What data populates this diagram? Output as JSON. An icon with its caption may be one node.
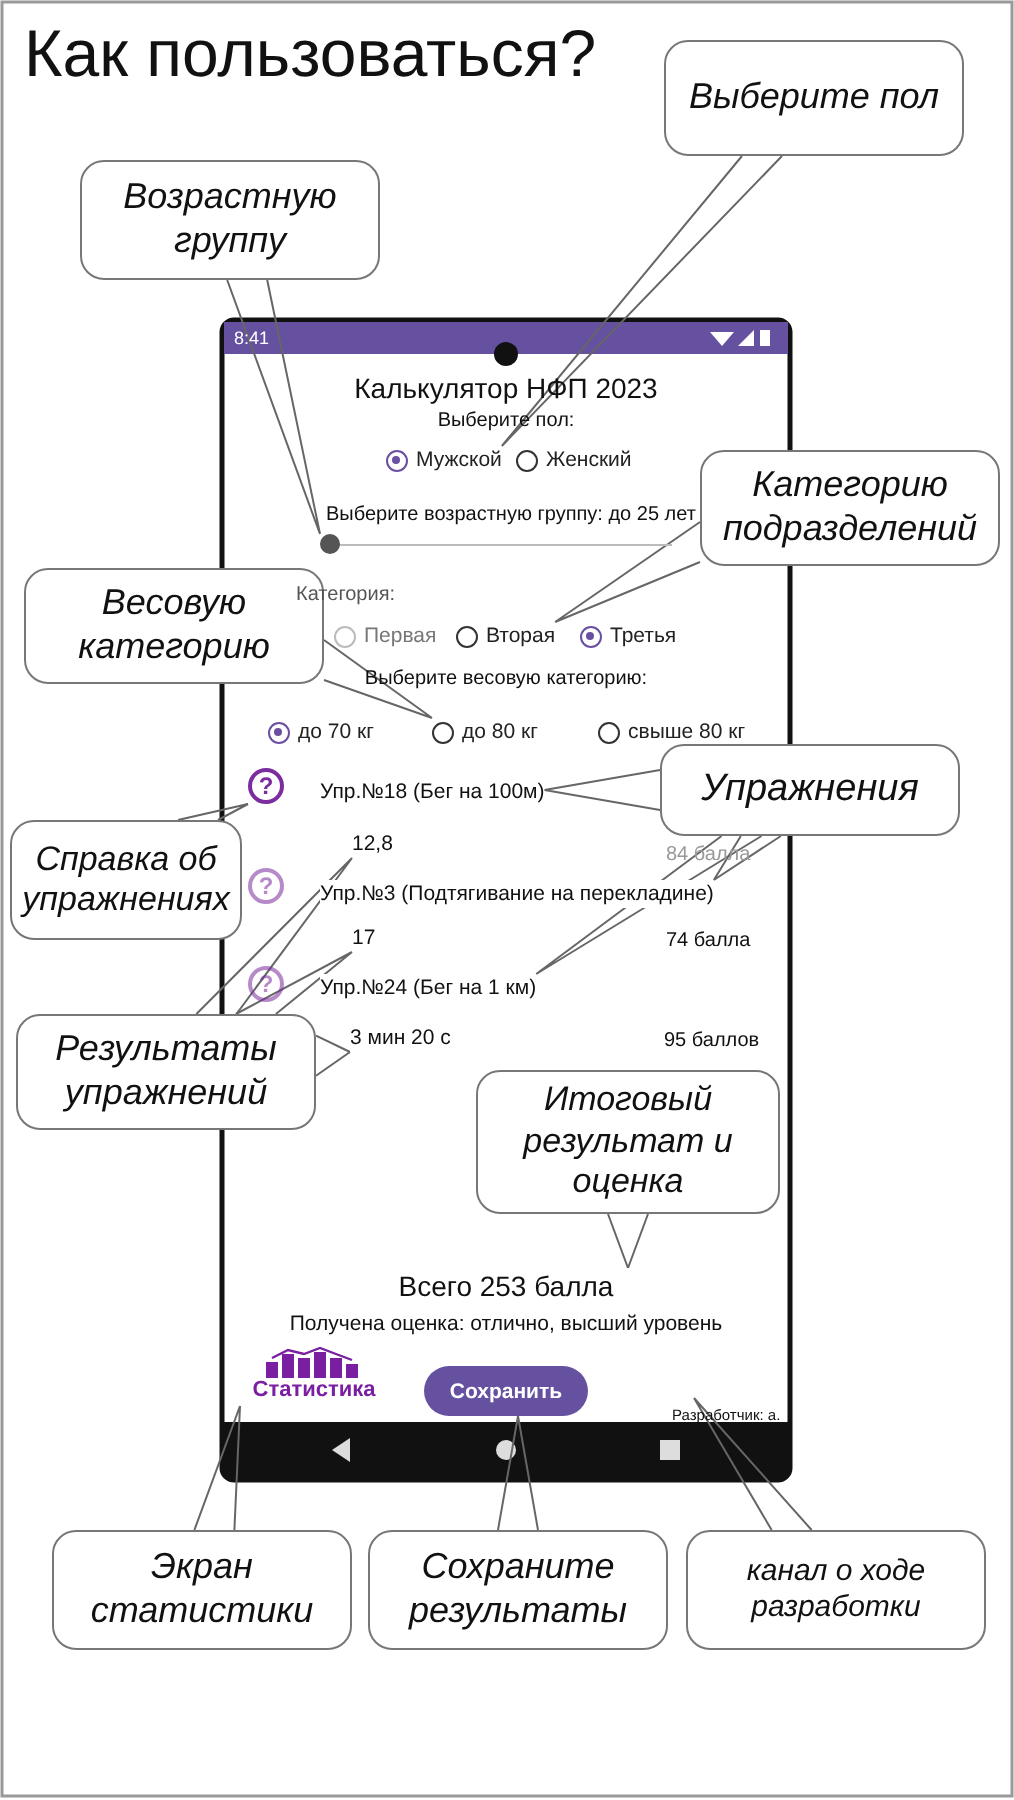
{
  "diagram": {
    "title": "Как пользоваться?",
    "nodes": [
      {
        "text": [
          "Выберите пол"
        ]
      },
      {
        "text": [
          "Возрастную группу"
        ]
      },
      {
        "text": [
          "Мужской"
        ]
      },
      {
        "text": [
          "Женский"
        ]
      },
      {
        "text": [],
        "shape": "circle"
      },
      {
        "text": [
          "Категорию подразделений"
        ]
      },
      {
        "text": [
          "Весовую категорию"
        ]
      },
      {
        "text": [
          "Первая"
        ]
      },
      {
        "text": [
          "Вторая"
        ]
      },
      {
        "text": [
          "Третья"
        ]
      },
      {
        "text": [
          "до 70 кг"
        ]
      },
      {
        "text": [
          "до 80 кг"
        ]
      },
      {
        "text": [
          "свыше 80 кг"
        ]
      },
      {
        "text": [
          "?"
        ]
      },
      {
        "text": [
          "Упр.№18 (Бег на 100м)"
        ]
      },
      {
        "text": [
          "Упражнения"
        ]
      },
      {
        "text": [
          "Справка об упражнениях"
        ]
      },
      {
        "text": [
          "12,8"
        ]
      },
      {
        "text": [
          "?"
        ]
      },
      {
        "text": [
          "Упр.№3 (Подтягивание на перекладине)"
        ]
      },
      {
        "text": [
          "17"
        ]
      },
      {
        "text": [
          "?"
        ]
      },
      {
        "text": [
          "Упр.№24 (Бег на 1 км)"
        ]
      },
      {
        "text": [
          "Результаты упражнений"
        ]
      },
      {
        "text": [
          "3 мин 20 с"
        ]
      },
      {
        "text": [
          "Итоговый результат и оценка"
        ]
      },
      {
        "text": [
          "Всего 253 балла"
        ]
      },
      {
        "text": [
          "Статистика"
        ]
      },
      {
        "text": [
          "Сохранить"
        ]
      },
      {
        "text": [
          "Экран статистики"
        ]
      },
      {
        "text": [
          "Сохраните результаты"
        ]
      },
      {
        "text": [
          "канал о ходе разработки"
        ]
      }
    ],
    "edges": [
      {
        "from": 0,
        "to": 2,
        "arrow": "none"
      },
      {
        "from": 1,
        "to": 4,
        "arrow": "none"
      },
      {
        "from": 5,
        "to": 8,
        "arrow": "none"
      },
      {
        "from": 6,
        "to": 11,
        "arrow": "none"
      },
      {
        "from": 16,
        "to": 13,
        "arrow": "none"
      },
      {
        "from": 15,
        "to": 14,
        "arrow": "none"
      },
      {
        "from": 15,
        "to": 19,
        "arrow": "none"
      },
      {
        "from": 15,
        "to": 22,
        "arrow": "none"
      },
      {
        "from": 23,
        "to": 17,
        "arrow": "none"
      },
      {
        "from": 23,
        "to": 20,
        "arrow": "none"
      },
      {
        "from": 23,
        "to": 24,
        "arrow": "none"
      },
      {
        "from": 25,
        "to": 26,
        "arrow": "none"
      },
      {
        "from": 29,
        "to": 27,
        "arrow": "none"
      },
      {
        "from": 30,
        "to": 28,
        "arrow": "none"
      },
      {
        "from": 31,
        "to": null,
        "arrow": "none"
      }
    ],
    "labels": [
      "8:41",
      "Калькулятор НФП 2023",
      "Выберите пол:",
      "Выберите возрастную группу: до 25 лет",
      "Категория:",
      "Выберите весовую категорию:",
      "84 балла",
      "74 балла",
      "95 баллов",
      "Получена оценка: отлично, высший уровень",
      "Разработчик: а."
    ]
  }
}
